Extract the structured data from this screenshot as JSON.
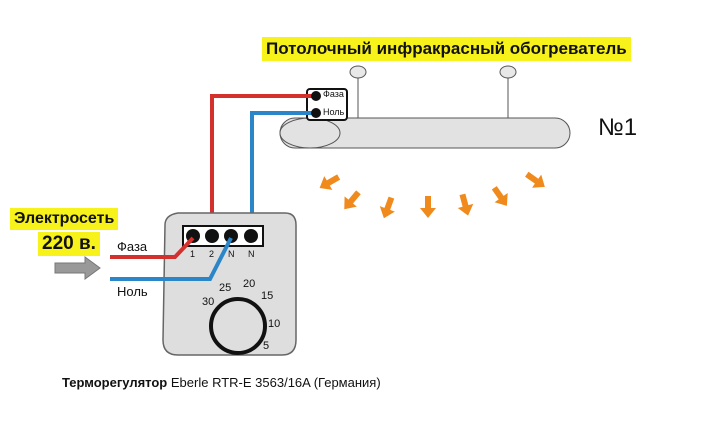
{
  "heater": {
    "title": "Потолочный инфракрасный обогреватель",
    "phase": "Фаза",
    "neutral": "Ноль",
    "number": "№1"
  },
  "mains": {
    "label": "Электросеть",
    "voltage": "220 в.",
    "phase": "Фаза",
    "neutral": "Ноль"
  },
  "thermostat": {
    "terminals": [
      "1",
      "2",
      "N",
      "N"
    ],
    "dial": [
      "30",
      "25",
      "20",
      "15",
      "10",
      "5"
    ],
    "caption_prefix": "Терморегулятор",
    "caption_model": "Eberle RTR-E 3563/16A (Германия)"
  },
  "colors": {
    "phase": "#d4302c",
    "neutral": "#2a86c8",
    "highlight": "#f7f21a",
    "heat": "#f08a1c"
  }
}
